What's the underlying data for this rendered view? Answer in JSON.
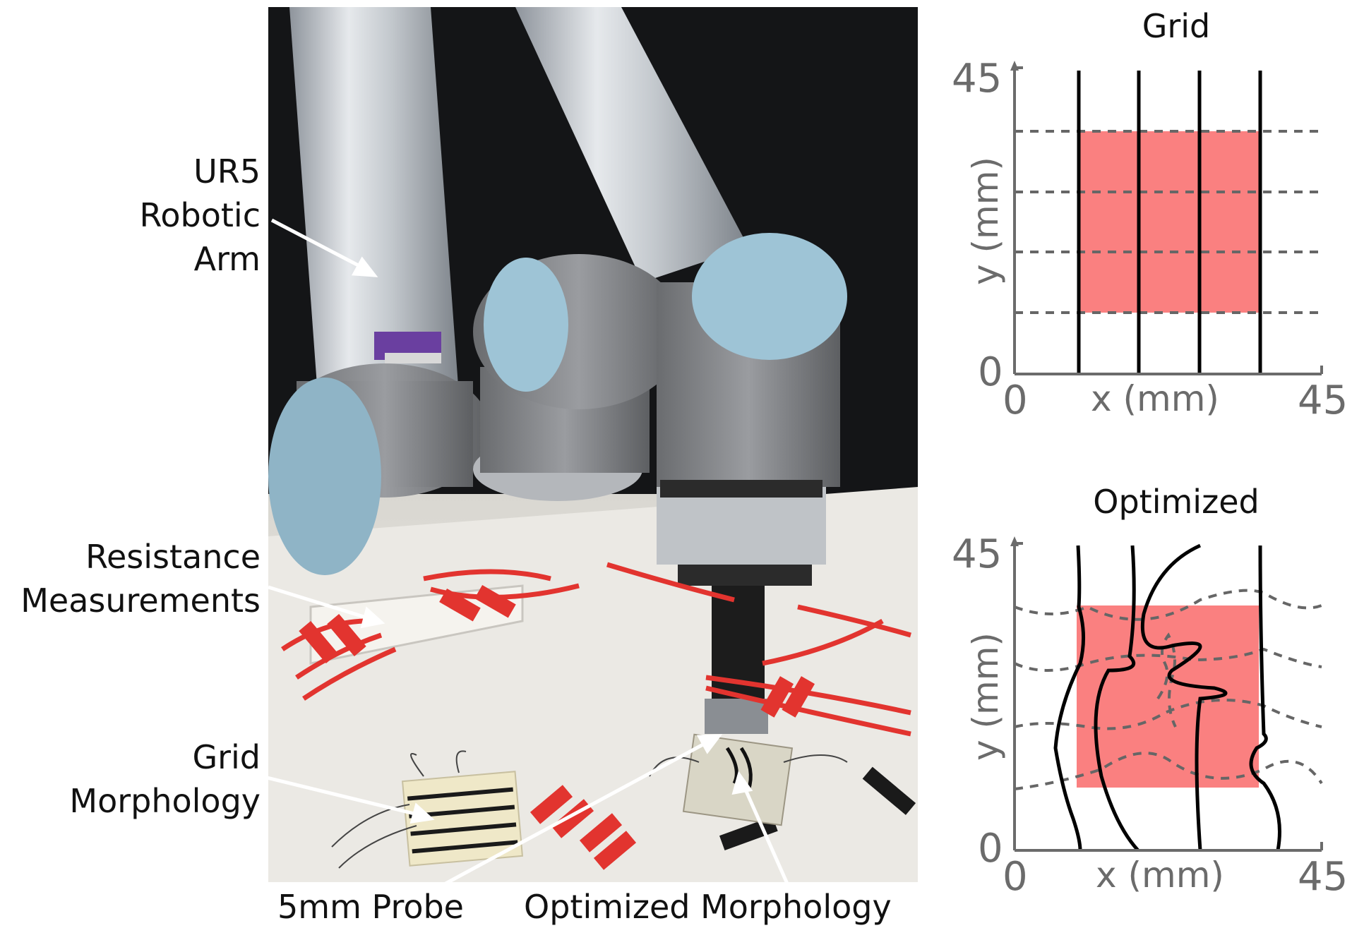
{
  "annotations": {
    "ur5": [
      "UR5",
      "Robotic",
      "Arm"
    ],
    "resistance": [
      "Resistance",
      "Measurements"
    ],
    "grid_morph": [
      "Grid",
      "Morphology"
    ],
    "probe": "5mm Probe",
    "optimized_morph": "Optimized Morphology"
  },
  "grid_panel": {
    "title": "Grid",
    "xlabel": "x (mm)",
    "ylabel": "y (mm)",
    "xmin_label": "0",
    "xmax_label": "45",
    "ymin_label": "0",
    "ymax_label": "45"
  },
  "optimized_panel": {
    "title": "Optimized",
    "xlabel": "x (mm)",
    "ylabel": "y (mm)",
    "xmin_label": "0",
    "xmax_label": "45",
    "ymin_label": "0",
    "ymax_label": "45"
  },
  "colors": {
    "sensing_region": "#fa8080",
    "solid_trace": "#000000",
    "dashed_trace": "#666666",
    "axis": "#6b6b6b"
  }
}
